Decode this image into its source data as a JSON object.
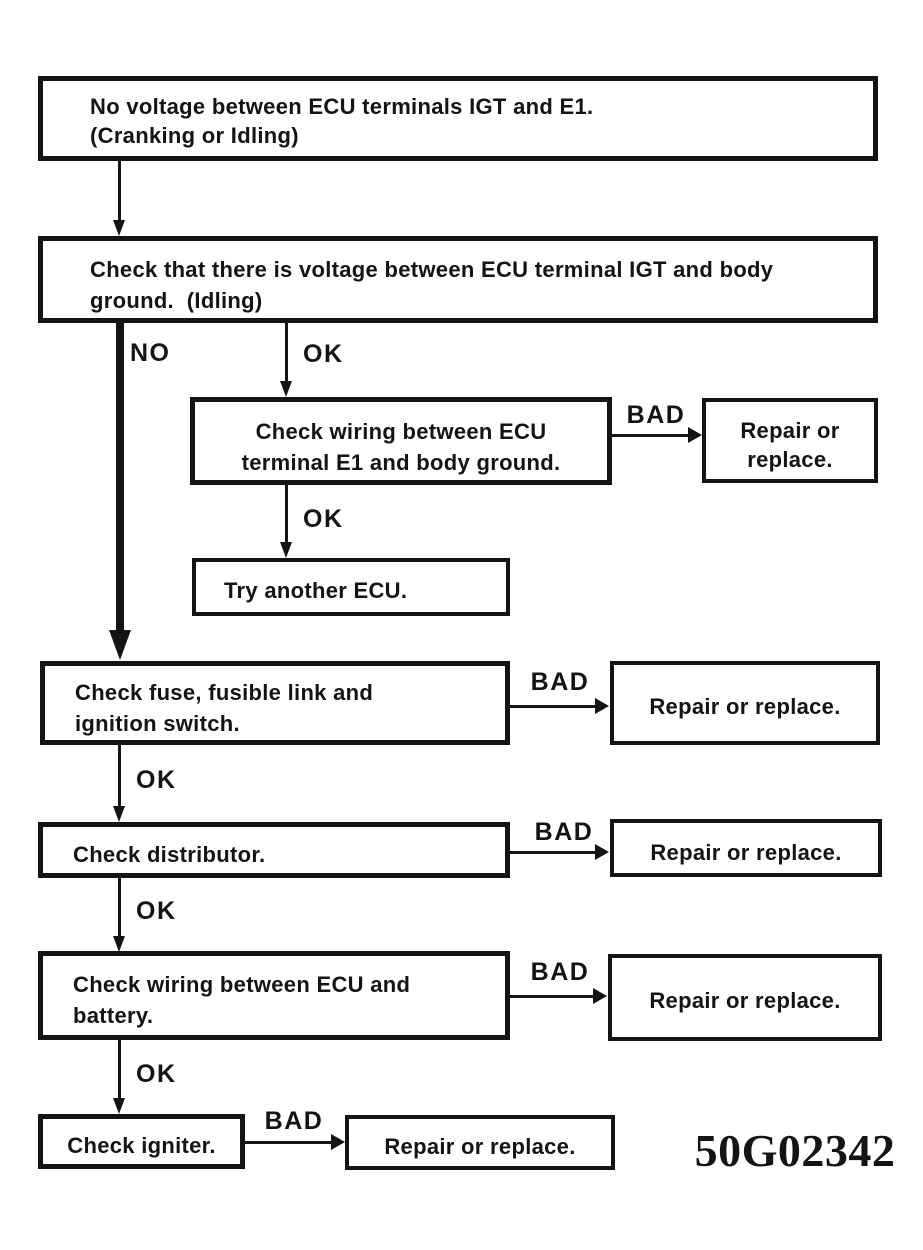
{
  "figure_code": "50G02342",
  "colors": {
    "ink": "#141414",
    "paper": "#ffffff"
  },
  "flowchart": {
    "nodes": {
      "start": {
        "lines": [
          "No voltage between ECU terminals IGT and E1.",
          "(Cranking or Idling)"
        ]
      },
      "check_voltage": {
        "lines": [
          "Check that there is voltage between ECU terminal IGT and body",
          "ground.  (Idling)"
        ]
      },
      "check_wiring_e1": {
        "lines": [
          "Check wiring between ECU",
          "terminal E1 and body ground."
        ]
      },
      "repair_1": {
        "lines": [
          "Repair or",
          "replace."
        ]
      },
      "try_ecu": {
        "lines": [
          "Try another ECU."
        ]
      },
      "check_fuse": {
        "lines": [
          "Check fuse, fusible link and",
          "ignition switch."
        ]
      },
      "repair_2": {
        "lines": [
          "Repair or replace."
        ]
      },
      "check_distributor": {
        "lines": [
          "Check distributor."
        ]
      },
      "repair_3": {
        "lines": [
          "Repair or replace."
        ]
      },
      "check_battery": {
        "lines": [
          "Check wiring between ECU and",
          "battery."
        ]
      },
      "repair_4": {
        "lines": [
          "Repair or replace."
        ]
      },
      "check_igniter": {
        "lines": [
          "Check igniter."
        ]
      },
      "repair_5": {
        "lines": [
          "Repair or replace."
        ]
      }
    },
    "connectors": [
      {
        "from": "start",
        "to": "check_voltage",
        "label": ""
      },
      {
        "from": "check_voltage",
        "to": "check_fuse",
        "label": "NO",
        "style": "thick"
      },
      {
        "from": "check_voltage",
        "to": "check_wiring_e1",
        "label": "OK"
      },
      {
        "from": "check_wiring_e1",
        "to": "repair_1",
        "label": "BAD"
      },
      {
        "from": "check_wiring_e1",
        "to": "try_ecu",
        "label": "OK"
      },
      {
        "from": "check_fuse",
        "to": "repair_2",
        "label": "BAD"
      },
      {
        "from": "check_fuse",
        "to": "check_distributor",
        "label": "OK"
      },
      {
        "from": "check_distributor",
        "to": "repair_3",
        "label": "BAD"
      },
      {
        "from": "check_distributor",
        "to": "check_battery",
        "label": "OK"
      },
      {
        "from": "check_battery",
        "to": "repair_4",
        "label": "BAD"
      },
      {
        "from": "check_battery",
        "to": "check_igniter",
        "label": "OK"
      },
      {
        "from": "check_igniter",
        "to": "repair_5",
        "label": "BAD"
      }
    ]
  }
}
